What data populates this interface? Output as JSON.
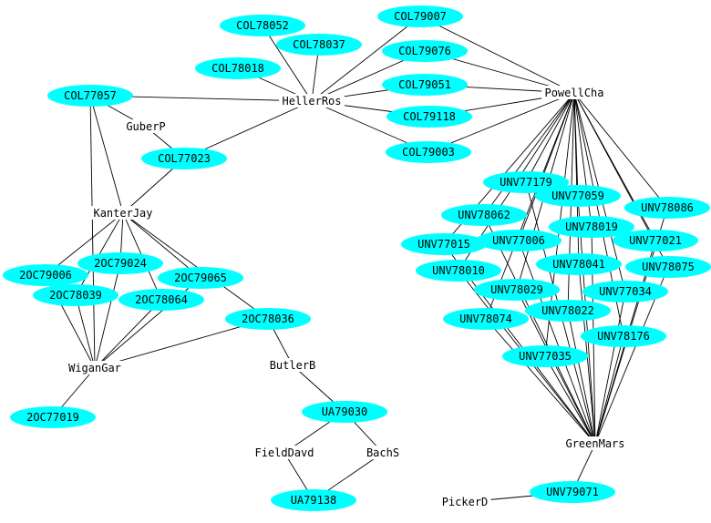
{
  "colors": {
    "background": "#ffffff",
    "ellipse_fill": "#00ffff",
    "edge": "#000000",
    "text": "#000000"
  },
  "person_nodes": [
    {
      "id": "HellerRos",
      "label": "HellerRos"
    },
    {
      "id": "PowellCha",
      "label": "PowellCha"
    },
    {
      "id": "GuberP",
      "label": "GuberP"
    },
    {
      "id": "KanterJay",
      "label": "KanterJay"
    },
    {
      "id": "WiganGar",
      "label": "WiganGar"
    },
    {
      "id": "ButlerB",
      "label": "ButlerB"
    },
    {
      "id": "FieldDavd",
      "label": "FieldDavd"
    },
    {
      "id": "BachS",
      "label": "BachS"
    },
    {
      "id": "GreenMars",
      "label": "GreenMars"
    },
    {
      "id": "PickerD",
      "label": "PickerD"
    }
  ],
  "document_nodes": [
    {
      "id": "COL78052",
      "label": "COL78052"
    },
    {
      "id": "COL78037",
      "label": "COL78037"
    },
    {
      "id": "COL79007",
      "label": "COL79007"
    },
    {
      "id": "COL79076",
      "label": "COL79076"
    },
    {
      "id": "COL78018",
      "label": "COL78018"
    },
    {
      "id": "COL79051",
      "label": "COL79051"
    },
    {
      "id": "COL79118",
      "label": "COL79118"
    },
    {
      "id": "COL79003",
      "label": "COL79003"
    },
    {
      "id": "COL77057",
      "label": "COL77057"
    },
    {
      "id": "COL77023",
      "label": "COL77023"
    },
    {
      "id": "2OC79006",
      "label": "2OC79006"
    },
    {
      "id": "2OC79024",
      "label": "2OC79024"
    },
    {
      "id": "2OC79065",
      "label": "2OC79065"
    },
    {
      "id": "2OC78039",
      "label": "2OC78039"
    },
    {
      "id": "2OC78064",
      "label": "2OC78064"
    },
    {
      "id": "2OC78036",
      "label": "2OC78036"
    },
    {
      "id": "2OC77019",
      "label": "2OC77019"
    },
    {
      "id": "UA79030",
      "label": "UA79030"
    },
    {
      "id": "UA79138",
      "label": "UA79138"
    },
    {
      "id": "UNV77179",
      "label": "UNV77179"
    },
    {
      "id": "UNV77059",
      "label": "UNV77059"
    },
    {
      "id": "UNV78086",
      "label": "UNV78086"
    },
    {
      "id": "UNV78062",
      "label": "UNV78062"
    },
    {
      "id": "UNV78019",
      "label": "UNV78019"
    },
    {
      "id": "UNV77015",
      "label": "UNV77015"
    },
    {
      "id": "UNV77006",
      "label": "UNV77006"
    },
    {
      "id": "UNV77021",
      "label": "UNV77021"
    },
    {
      "id": "UNV78041",
      "label": "UNV78041"
    },
    {
      "id": "UNV78075",
      "label": "UNV78075"
    },
    {
      "id": "UNV78010",
      "label": "UNV78010"
    },
    {
      "id": "UNV78029",
      "label": "UNV78029"
    },
    {
      "id": "UNV77034",
      "label": "UNV77034"
    },
    {
      "id": "UNV78022",
      "label": "UNV78022"
    },
    {
      "id": "UNV78074",
      "label": "UNV78074"
    },
    {
      "id": "UNV78176",
      "label": "UNV78176"
    },
    {
      "id": "UNV77035",
      "label": "UNV77035"
    },
    {
      "id": "UNV79071",
      "label": "UNV79071"
    }
  ],
  "edges": [
    [
      "HellerRos",
      "COL78052"
    ],
    [
      "HellerRos",
      "COL78037"
    ],
    [
      "HellerRos",
      "COL78018"
    ],
    [
      "HellerRos",
      "COL79007"
    ],
    [
      "HellerRos",
      "COL79076"
    ],
    [
      "HellerRos",
      "COL79051"
    ],
    [
      "HellerRos",
      "COL79118"
    ],
    [
      "HellerRos",
      "COL79003"
    ],
    [
      "HellerRos",
      "COL77057"
    ],
    [
      "HellerRos",
      "COL77023"
    ],
    [
      "PowellCha",
      "COL79007"
    ],
    [
      "PowellCha",
      "COL79076"
    ],
    [
      "PowellCha",
      "COL79051"
    ],
    [
      "PowellCha",
      "COL79118"
    ],
    [
      "PowellCha",
      "COL79003"
    ],
    [
      "GuberP",
      "COL77057"
    ],
    [
      "GuberP",
      "COL77023"
    ],
    [
      "KanterJay",
      "COL77057"
    ],
    [
      "KanterJay",
      "COL77023"
    ],
    [
      "KanterJay",
      "2OC79006"
    ],
    [
      "KanterJay",
      "2OC79024"
    ],
    [
      "KanterJay",
      "2OC79065"
    ],
    [
      "KanterJay",
      "2OC78039"
    ],
    [
      "KanterJay",
      "2OC78064"
    ],
    [
      "KanterJay",
      "2OC78036"
    ],
    [
      "WiganGar",
      "2OC79006"
    ],
    [
      "WiganGar",
      "2OC79024"
    ],
    [
      "WiganGar",
      "2OC79065"
    ],
    [
      "WiganGar",
      "2OC78039"
    ],
    [
      "WiganGar",
      "2OC78064"
    ],
    [
      "WiganGar",
      "2OC78036"
    ],
    [
      "WiganGar",
      "2OC77019"
    ],
    [
      "WiganGar",
      "COL77057"
    ],
    [
      "ButlerB",
      "2OC78036"
    ],
    [
      "ButlerB",
      "UA79030"
    ],
    [
      "FieldDavd",
      "UA79030"
    ],
    [
      "FieldDavd",
      "UA79138"
    ],
    [
      "BachS",
      "UA79030"
    ],
    [
      "BachS",
      "UA79138"
    ],
    [
      "PowellCha",
      "UNV77179"
    ],
    [
      "PowellCha",
      "UNV77059"
    ],
    [
      "PowellCha",
      "UNV78086"
    ],
    [
      "PowellCha",
      "UNV78062"
    ],
    [
      "PowellCha",
      "UNV78019"
    ],
    [
      "PowellCha",
      "UNV77015"
    ],
    [
      "PowellCha",
      "UNV77006"
    ],
    [
      "PowellCha",
      "UNV77021"
    ],
    [
      "PowellCha",
      "UNV78041"
    ],
    [
      "PowellCha",
      "UNV78075"
    ],
    [
      "PowellCha",
      "UNV78010"
    ],
    [
      "PowellCha",
      "UNV78029"
    ],
    [
      "PowellCha",
      "UNV77034"
    ],
    [
      "PowellCha",
      "UNV78022"
    ],
    [
      "PowellCha",
      "UNV78074"
    ],
    [
      "PowellCha",
      "UNV78176"
    ],
    [
      "PowellCha",
      "UNV77035"
    ],
    [
      "GreenMars",
      "UNV77179"
    ],
    [
      "GreenMars",
      "UNV77059"
    ],
    [
      "GreenMars",
      "UNV78086"
    ],
    [
      "GreenMars",
      "UNV78062"
    ],
    [
      "GreenMars",
      "UNV78019"
    ],
    [
      "GreenMars",
      "UNV77015"
    ],
    [
      "GreenMars",
      "UNV77006"
    ],
    [
      "GreenMars",
      "UNV77021"
    ],
    [
      "GreenMars",
      "UNV78041"
    ],
    [
      "GreenMars",
      "UNV78075"
    ],
    [
      "GreenMars",
      "UNV78010"
    ],
    [
      "GreenMars",
      "UNV78029"
    ],
    [
      "GreenMars",
      "UNV77034"
    ],
    [
      "GreenMars",
      "UNV78022"
    ],
    [
      "GreenMars",
      "UNV78074"
    ],
    [
      "GreenMars",
      "UNV78176"
    ],
    [
      "GreenMars",
      "UNV77035"
    ],
    [
      "GreenMars",
      "UNV79071"
    ],
    [
      "PickerD",
      "UNV79071"
    ]
  ]
}
